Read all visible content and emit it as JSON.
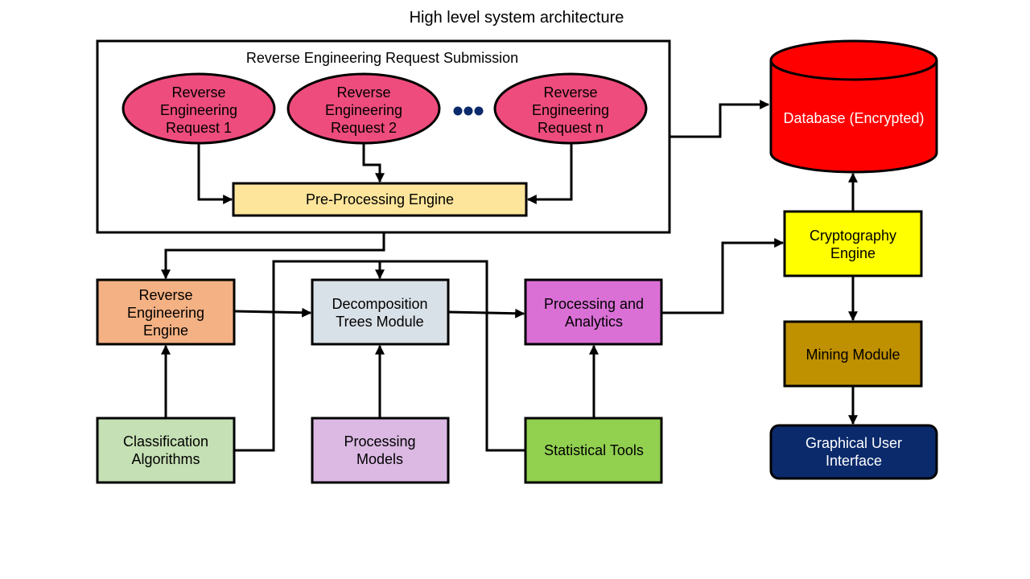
{
  "title": "High level system architecture",
  "colors": {
    "request": "#ee4c7c",
    "preprocessing": "#fde59b",
    "reverse_engine": "#f4b183",
    "decomposition": "#d9e1e8",
    "processing_analytics": "#da70d6",
    "classification": "#c5e0b4",
    "processing_models": "#dbb9e3",
    "statistical": "#92d050",
    "database": "#ff0000",
    "cryptography": "#ffff00",
    "mining": "#bf9000",
    "gui": "#0b2a6b",
    "ellipsis_dots": "#0b2a6b"
  },
  "submission": {
    "label": "Reverse Engineering Request Submission",
    "requests": [
      {
        "lines": [
          "Reverse",
          "Engineering",
          "Request 1"
        ]
      },
      {
        "lines": [
          "Reverse",
          "Engineering",
          "Request 2"
        ]
      },
      {
        "lines": [
          "Reverse",
          "Engineering",
          "Request n"
        ]
      }
    ],
    "preprocessing": {
      "lines": [
        "Pre-Processing Engine"
      ]
    }
  },
  "modules": {
    "reverse_engine": {
      "lines": [
        "Reverse",
        "Engineering",
        "Engine"
      ]
    },
    "decomposition": {
      "lines": [
        "Decomposition",
        "Trees Module"
      ]
    },
    "processing_analytics": {
      "lines": [
        "Processing and",
        "Analytics"
      ]
    },
    "classification": {
      "lines": [
        "Classification",
        "Algorithms"
      ]
    },
    "processing_models": {
      "lines": [
        "Processing",
        "Models"
      ]
    },
    "statistical": {
      "lines": [
        "Statistical Tools"
      ]
    }
  },
  "backend": {
    "database": {
      "lines": [
        "Database (Encrypted)"
      ]
    },
    "cryptography": {
      "lines": [
        "Cryptography",
        "Engine"
      ]
    },
    "mining": {
      "lines": [
        "Mining Module"
      ]
    },
    "gui": {
      "lines": [
        "Graphical User",
        "Interface"
      ]
    }
  }
}
